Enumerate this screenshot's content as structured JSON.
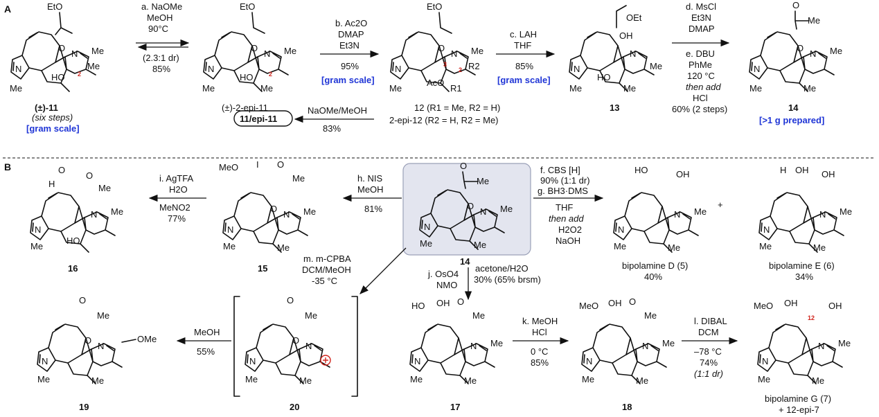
{
  "sections": {
    "A": "A",
    "B": "B"
  },
  "compounds": {
    "c11": {
      "label": "(±)-11",
      "sub": "(six steps)",
      "note": "[gram scale]"
    },
    "c2epi11": {
      "label": "(±)-2-epi-11"
    },
    "c12": {
      "label": "12 (R1 = Me, R2 = H)",
      "label2": "2-epi-12 (R2 = H, R2 = Me)"
    },
    "c13": {
      "label": "13"
    },
    "c14a": {
      "label": "14",
      "note": "[>1 g prepared]"
    },
    "c14b": {
      "label": "14"
    },
    "c15": {
      "label": "15"
    },
    "c16": {
      "label": "16"
    },
    "c5": {
      "label": "bipolamine D (5)",
      "yield": "40%"
    },
    "c6": {
      "label": "bipolamine E (6)",
      "yield": "34%"
    },
    "c17": {
      "label": "17"
    },
    "c18": {
      "label": "18"
    },
    "c19": {
      "label": "19"
    },
    "c20": {
      "label": "20"
    },
    "c7": {
      "label": "bipolamine G (7)",
      "label2": "+ 12-epi-7"
    },
    "box11": {
      "label": "11/epi-11"
    }
  },
  "steps": {
    "a": {
      "l1": "a. NaOMe",
      "l2": "MeOH",
      "l3": "90°C",
      "l4": "(2.3:1 dr)",
      "l5": "85%"
    },
    "b": {
      "l1": "b. Ac2O",
      "l2": "DMAP",
      "l3": "Et3N",
      "l4": "95%",
      "l5": "[gram scale]"
    },
    "c": {
      "l1": "c. LAH",
      "l2": "THF",
      "l3": "85%",
      "l4": "[gram scale]"
    },
    "d": {
      "l1": "d. MsCl",
      "l2": "Et3N",
      "l3": "DMAP",
      "l4": "e. DBU",
      "l5": "PhMe",
      "l6": "120 °C",
      "l7": "then add",
      "l8": "HCl",
      "l9": "60% (2 steps)"
    },
    "back": {
      "l1": "NaOMe/MeOH",
      "l2": "83%"
    },
    "h": {
      "l1": "h. NIS",
      "l2": "MeOH",
      "l3": "81%"
    },
    "i": {
      "l1": "i. AgTFA",
      "l2": "H2O",
      "l3": "MeNO2",
      "l4": "77%"
    },
    "fg": {
      "l1": "f. CBS [H]",
      "l2": "90% (1:1 dr)",
      "l3": "g. BH3·DMS",
      "l4": "THF",
      "l5": "then add",
      "l6": "H2O2",
      "l7": "NaOH"
    },
    "m": {
      "l1": "m. m-CPBA",
      "l2": "DCM/MeOH",
      "l3": "-35 °C"
    },
    "j": {
      "l1": "j. OsO4",
      "l2": "NMO",
      "l3": "acetone/H2O",
      "l4": "30% (65% brsm)"
    },
    "k": {
      "l1": "k. MeOH",
      "l2": "HCl",
      "l3": "0 °C",
      "l4": "85%"
    },
    "l": {
      "l1": "l. DIBAL",
      "l2": "DCM",
      "l3": "–78 °C",
      "l4": "74%",
      "l5": "(1:1 dr)"
    },
    "meoh": {
      "l1": "MeOH",
      "l2": "55%"
    }
  },
  "atoms": {
    "N": "N",
    "O": "O",
    "H": "H",
    "Me": "Me",
    "OEt": "OEt",
    "EtO": "EtO",
    "HO": "HO",
    "OH": "OH",
    "AcO": "AcO",
    "MeO": "MeO",
    "I": "I",
    "R1": "R1",
    "R2": "R2",
    "OMe": "OMe",
    "n2": "2",
    "n3": "3",
    "n12": "12"
  }
}
